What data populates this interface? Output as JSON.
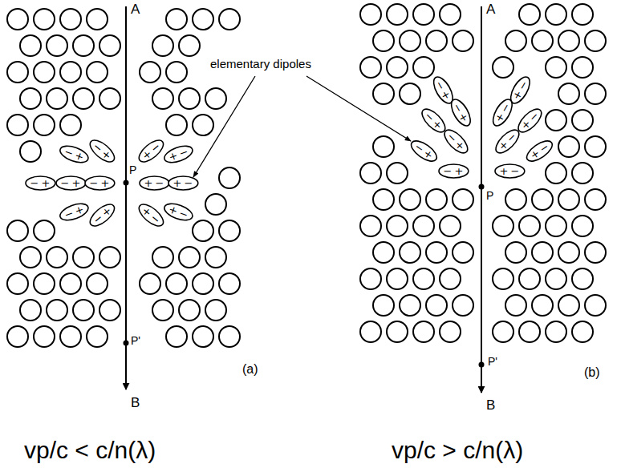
{
  "diagram": {
    "nodes": [
      {
        "text": [
          "−",
          "+"
        ]
      },
      {
        "text": [
          "−",
          "+"
        ]
      },
      {
        "text": [
          "+",
          "−"
        ]
      },
      {
        "text": [
          "+",
          "−"
        ]
      },
      {
        "text": [
          "−",
          "+"
        ]
      },
      {
        "text": [
          "−",
          "+"
        ]
      },
      {
        "text": [
          "−",
          "+"
        ]
      },
      {
        "text": [
          "+",
          "−"
        ]
      },
      {
        "text": [
          "+",
          "−"
        ]
      },
      {
        "text": [
          "−",
          "+"
        ]
      },
      {
        "text": [
          "−",
          "+"
        ]
      },
      {
        "text": [
          "+",
          "−"
        ]
      },
      {
        "text": [
          "+",
          "−"
        ]
      },
      {
        "text": [
          "−",
          "+"
        ]
      },
      {
        "text": [
          "+",
          "−"
        ]
      },
      {
        "text": [
          "−",
          "+"
        ]
      },
      {
        "text": [
          "+",
          "−"
        ]
      },
      {
        "text": [
          "−",
          "+"
        ]
      },
      {
        "text": [
          "+",
          "−"
        ]
      },
      {
        "text": [
          "−",
          "+"
        ]
      },
      {
        "text": [
          "+",
          "−"
        ]
      },
      {
        "text": [
          "−",
          "+"
        ]
      },
      {
        "text": [
          "+",
          "−"
        ]
      },
      {
        "text": [
          "−",
          "+"
        ]
      },
      {
        "text": [
          "+",
          "−"
        ]
      }
    ],
    "labels": [
      "A",
      "P",
      "P'",
      "(a)",
      "B",
      "A",
      "P",
      "P'",
      "(b)",
      "B",
      "elementary dipoles",
      "vp/c < c/n(λ)",
      "vp/c > c/n(λ)"
    ]
  }
}
